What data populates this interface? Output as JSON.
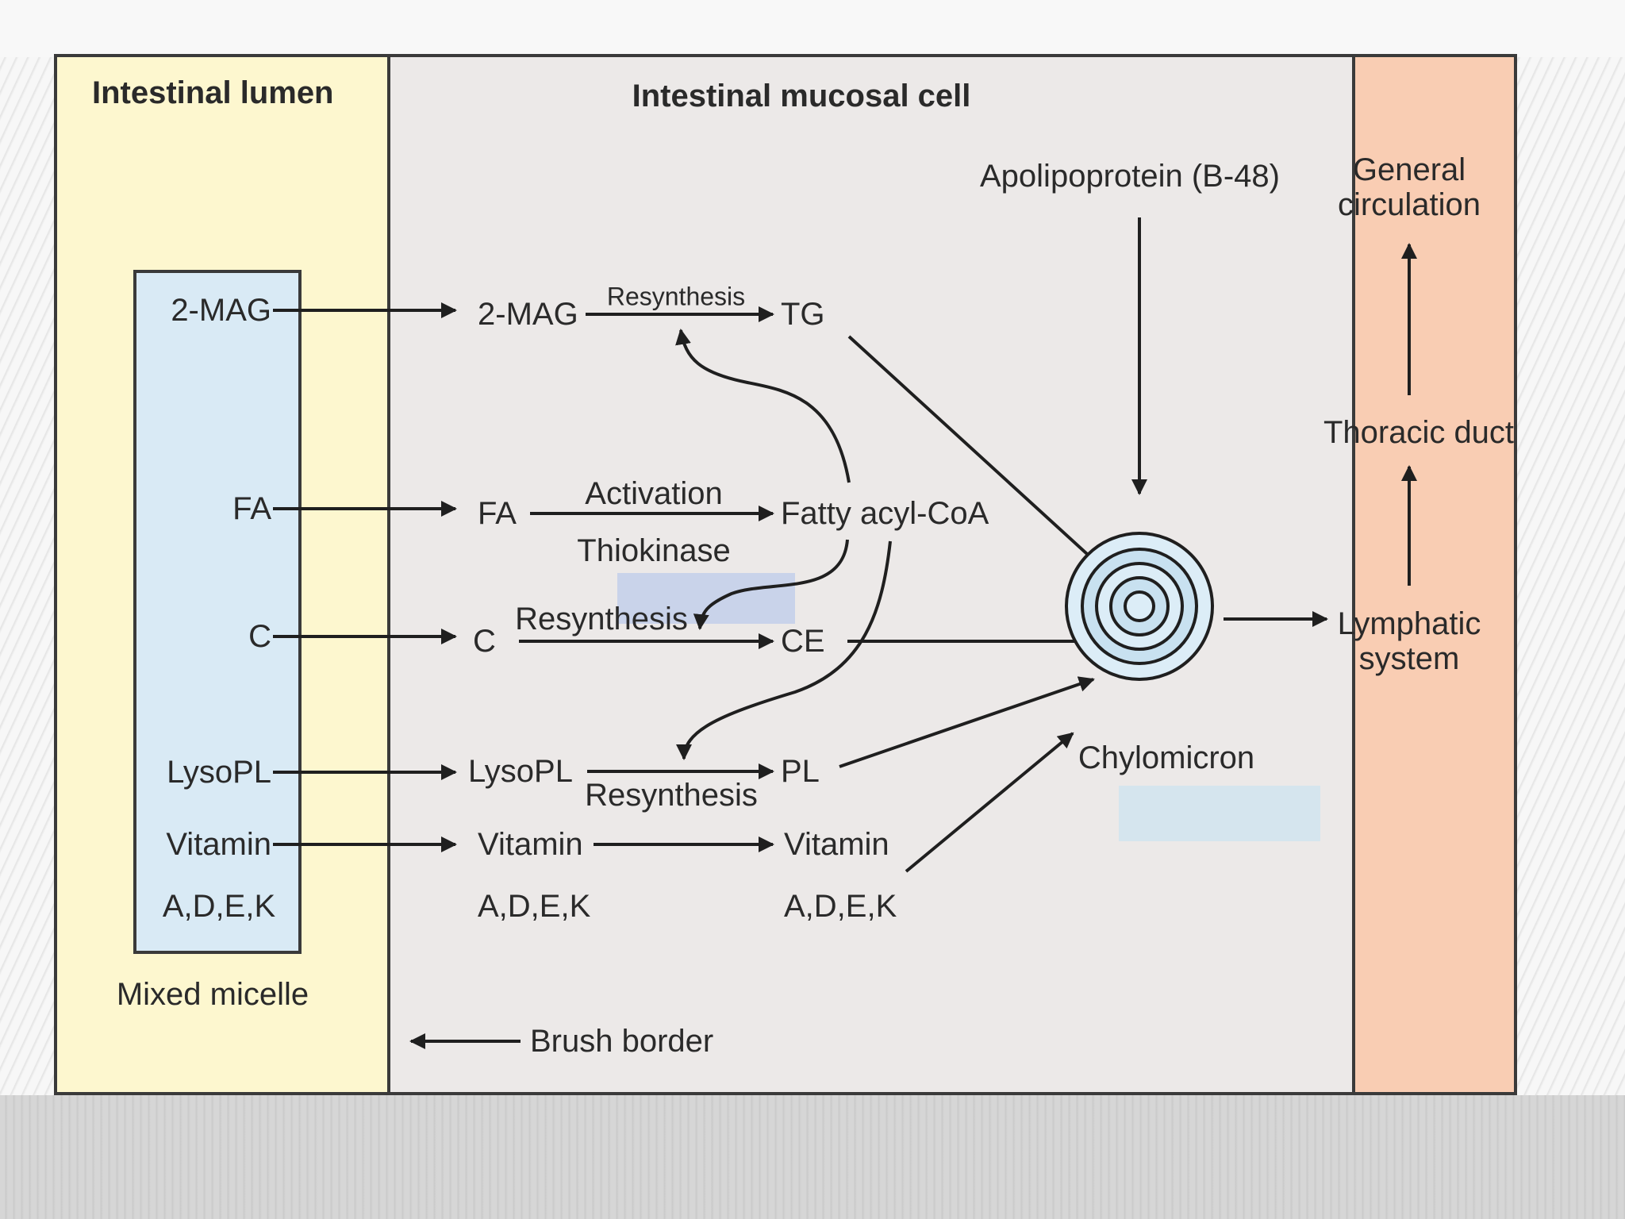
{
  "headers": {
    "lumen": "Intestinal lumen",
    "mucosal": "Intestinal mucosal cell"
  },
  "lumen": {
    "mag": "2-MAG",
    "fa": "FA",
    "c": "C",
    "lysopl": "LysoPL",
    "vitamin": "Vitamin",
    "vitamin_types": "A,D,E,K",
    "micelle_caption": "Mixed micelle"
  },
  "mucosal": {
    "mag": "2-MAG",
    "tg": "TG",
    "resynthesis_tg": "Resynthesis",
    "fa": "FA",
    "activation": "Activation",
    "thiokinase": "Thiokinase",
    "fatty_acyl_coa": "Fatty acyl-CoA",
    "c": "C",
    "resynthesis_ce": "Resynthesis",
    "ce": "CE",
    "lysopl": "LysoPL",
    "resynthesis_pl": "Resynthesis",
    "pl": "PL",
    "vitamin_in": "Vitamin",
    "vitamin_in_types": "A,D,E,K",
    "vitamin_out": "Vitamin",
    "vitamin_out_types": "A,D,E,K",
    "apolipoprotein": "Apolipoprotein  (B-48)",
    "chylomicron": "Chylomicron",
    "brush_border": "Brush border"
  },
  "circulation": {
    "general": "General circulation",
    "thoracic": "Thoracic duct",
    "lymphatic": "Lymphatic system"
  },
  "colors": {
    "lumen_bg": "#fdf7cf",
    "mucosal_bg": "#ece9e8",
    "circulation_bg": "#f9cdb3",
    "micelle_bg": "#d9eaf5",
    "thiokinase_bg": "#c9d3ea"
  }
}
